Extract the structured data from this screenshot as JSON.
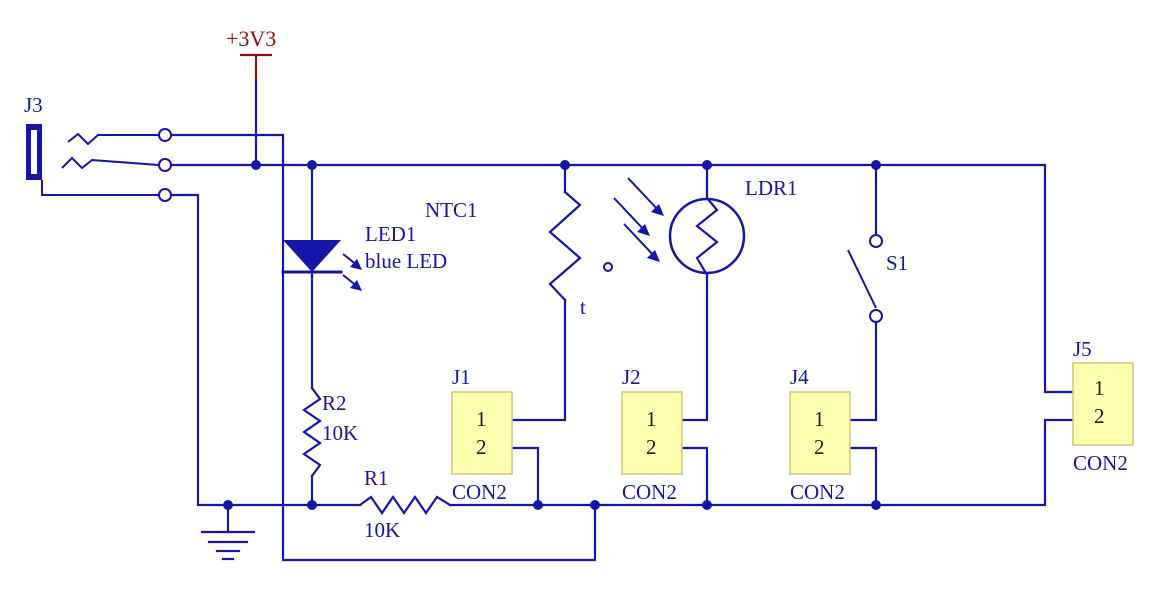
{
  "power": {
    "label": "+3V3"
  },
  "jack": {
    "designator": "J3"
  },
  "led": {
    "designator": "LED1",
    "value": "blue LED"
  },
  "ntc": {
    "designator": "NTC1",
    "marker": "t"
  },
  "ldr": {
    "designator": "LDR1"
  },
  "switch": {
    "designator": "S1"
  },
  "r1": {
    "designator": "R1",
    "value": "10K"
  },
  "r2": {
    "designator": "R2",
    "value": "10K"
  },
  "connectors": [
    {
      "designator": "J1",
      "pin1": "1",
      "pin2": "2",
      "type": "CON2"
    },
    {
      "designator": "J2",
      "pin1": "1",
      "pin2": "2",
      "type": "CON2"
    },
    {
      "designator": "J4",
      "pin1": "1",
      "pin2": "2",
      "type": "CON2"
    },
    {
      "designator": "J5",
      "pin1": "1",
      "pin2": "2",
      "type": "CON2"
    }
  ],
  "colors": {
    "wire": "#1515a8",
    "power": "#8b1010",
    "connector_fill": "#ffffb0"
  }
}
